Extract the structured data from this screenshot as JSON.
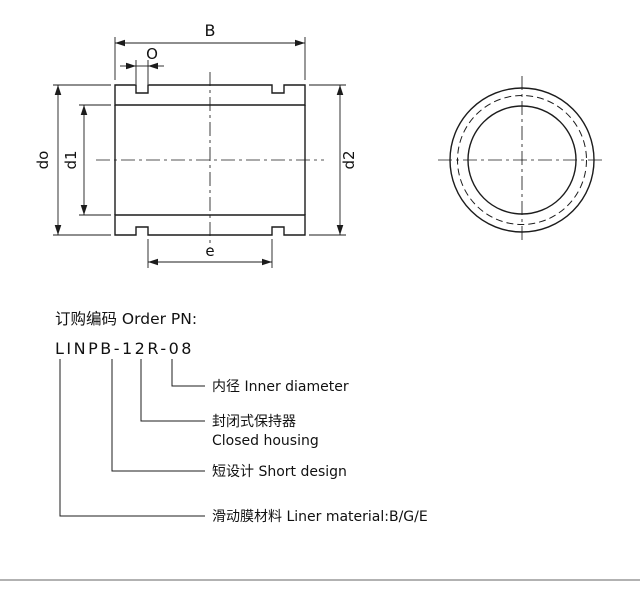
{
  "drawing": {
    "dims": {
      "B": "B",
      "O": "O",
      "do": "do",
      "d1": "d1",
      "d2": "d2",
      "e": "e"
    }
  },
  "order": {
    "heading": "订购编码 Order PN:",
    "part_number": "LINPB-12R-08",
    "callouts": [
      {
        "line1": "内径 Inner diameter"
      },
      {
        "line1": "封闭式保持器",
        "line2": "Closed housing"
      },
      {
        "line1": "短设计 Short design"
      },
      {
        "line1": "滑动膜材料 Liner material:B/G/E"
      }
    ]
  },
  "colors": {
    "line": "#1c1c1c",
    "background": "#ffffff"
  }
}
